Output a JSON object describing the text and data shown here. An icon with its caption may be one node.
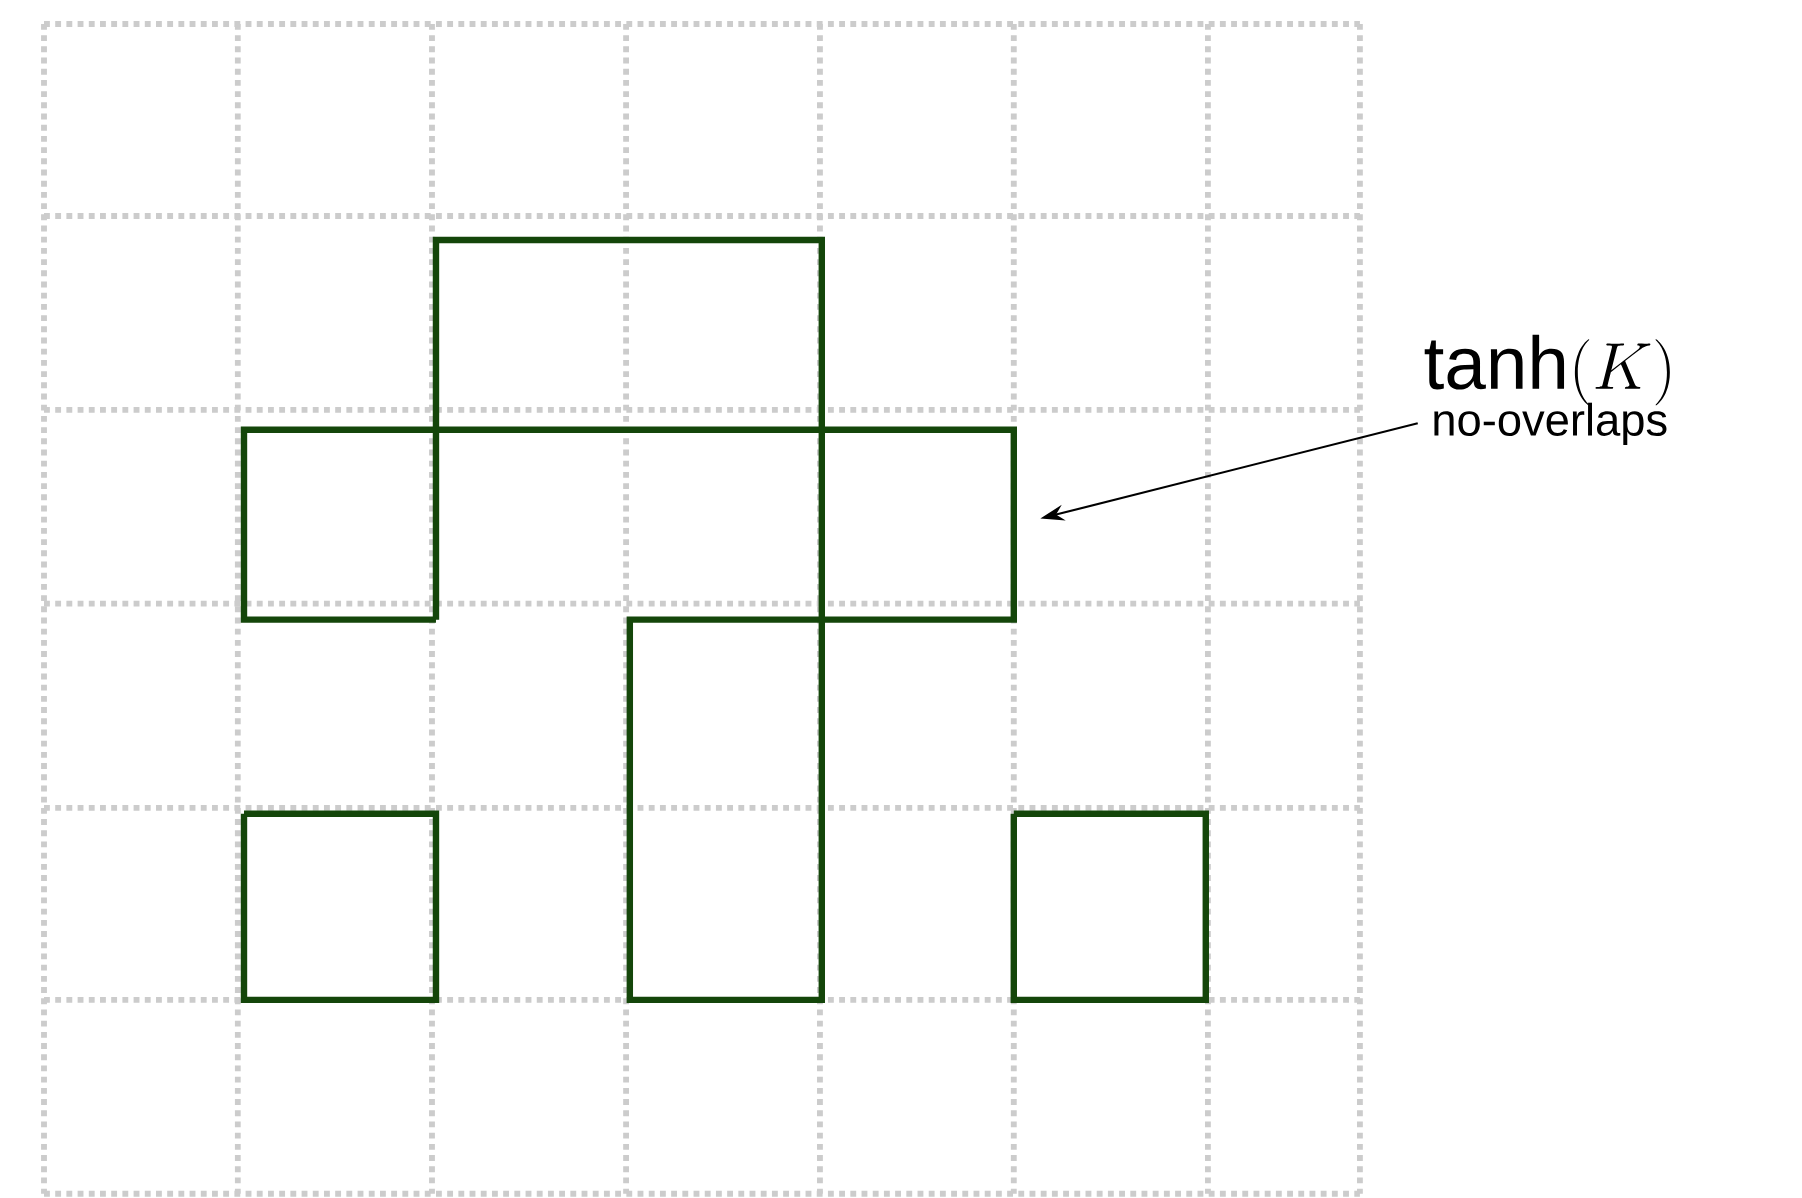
{
  "diagram": {
    "nodes": [
      {
        "text": [
          "\\tanh(K)",
          "no-overlaps"
        ]
      },
      {
        "text": [],
        "shape": "polygon"
      },
      {
        "text": [],
        "shape": "box"
      },
      {
        "text": [],
        "shape": "box"
      }
    ],
    "edges": [
      {
        "from": 0,
        "to": 1,
        "arrow": "to"
      }
    ]
  }
}
